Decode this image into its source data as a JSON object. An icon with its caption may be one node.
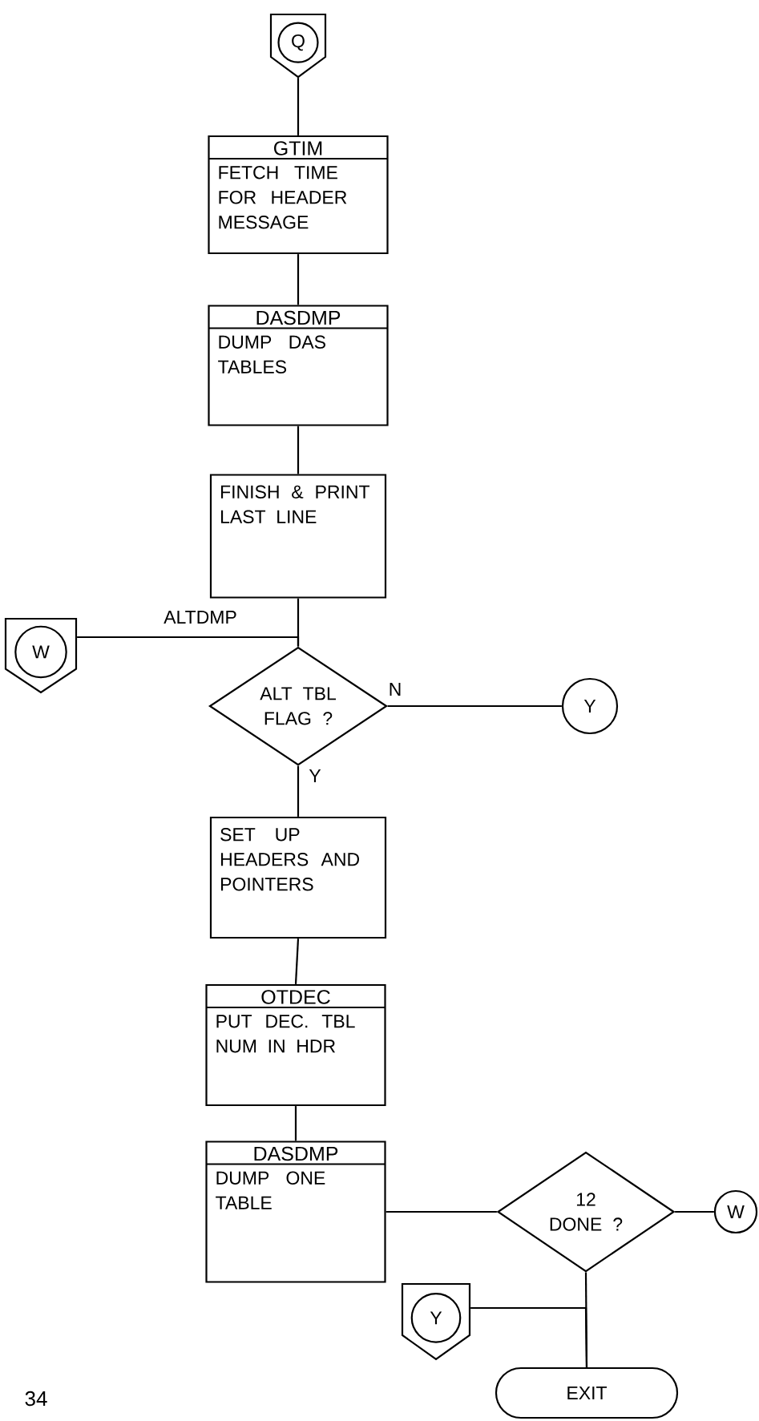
{
  "diagram": {
    "nodes": [
      {
        "text": [
          "Q"
        ]
      },
      {
        "text": [
          "GTIM",
          "FETCH TIME FOR HEADER MESSAGE"
        ]
      },
      {
        "text": [
          "DASDMP",
          "DUMP DAS TABLES"
        ]
      },
      {
        "text": [
          "FINISH & PRINT LAST LINE"
        ]
      },
      {
        "text": [
          "W"
        ]
      },
      {
        "text": [
          "ALT TBL FLAG ?"
        ]
      },
      {
        "text": [
          "Y"
        ]
      },
      {
        "text": [
          "SET UP HEADERS AND POINTERS"
        ]
      },
      {
        "text": [
          "OTDEC",
          "PUT DEC. TBL NUM IN HDR"
        ]
      },
      {
        "text": [
          "DASDMP",
          "DUMP ONE TABLE"
        ]
      },
      {
        "text": [
          "12 DONE ?"
        ]
      },
      {
        "text": [
          "W"
        ]
      },
      {
        "text": [
          "Y"
        ]
      },
      {
        "text": [
          "EXIT"
        ]
      }
    ],
    "edges": [
      {
        "from": 0,
        "to": 1,
        "arrow": "none"
      },
      {
        "from": 1,
        "to": 2,
        "arrow": "none"
      },
      {
        "from": 2,
        "to": 3,
        "arrow": "none"
      },
      {
        "from": 3,
        "to": 5,
        "arrow": "none"
      },
      {
        "from": 4,
        "to": 5,
        "arrow": "none",
        "label": "ALTDMP"
      },
      {
        "from": 5,
        "to": 6,
        "arrow": "none",
        "label": "N"
      },
      {
        "from": 5,
        "to": 7,
        "arrow": "none",
        "label": "Y"
      },
      {
        "from": 7,
        "to": 8,
        "arrow": "none"
      },
      {
        "from": 8,
        "to": 9,
        "arrow": "none"
      },
      {
        "from": 9,
        "to": 10,
        "arrow": "none"
      },
      {
        "from": 10,
        "to": 11,
        "arrow": "none"
      },
      {
        "from": 10,
        "to": 13,
        "arrow": "none"
      },
      {
        "from": 12,
        "to": 13,
        "arrow": "none"
      }
    ],
    "labels": [
      "34"
    ]
  }
}
